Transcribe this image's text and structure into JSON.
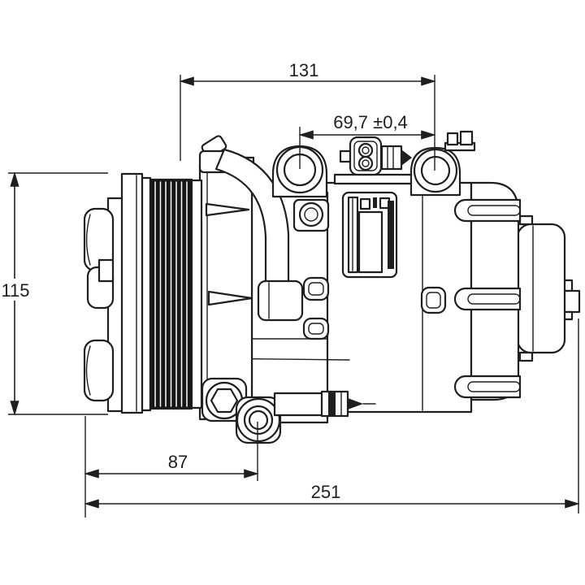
{
  "colors": {
    "line": "#1f1f1f",
    "background": "#ffffff",
    "groove_fill": "#161616"
  },
  "dimensions": {
    "top_width": {
      "label": "131"
    },
    "port_offset": {
      "label": "69,7 ±0,4"
    },
    "height": {
      "label": "115"
    },
    "pulley_to_port": {
      "label": "87"
    },
    "total_length": {
      "label": "251"
    }
  }
}
